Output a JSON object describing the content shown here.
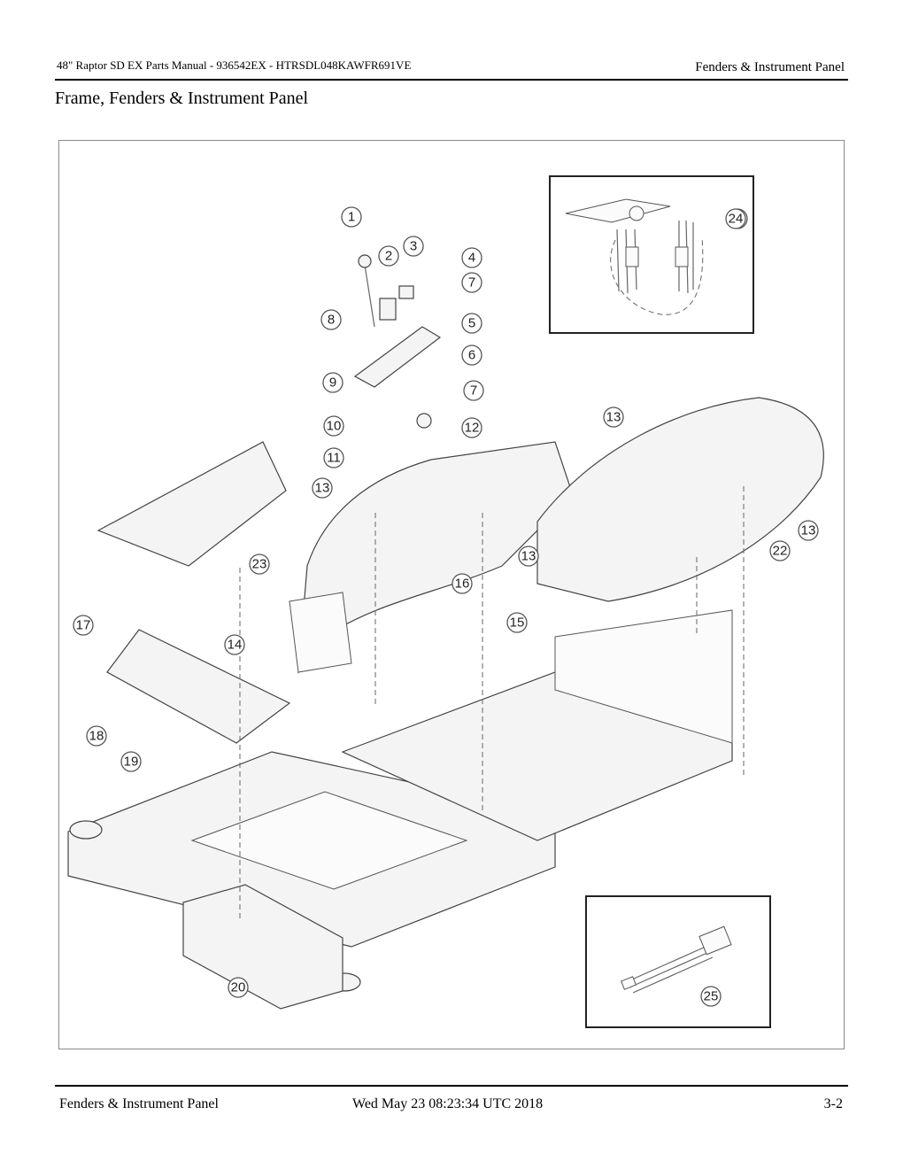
{
  "header": {
    "manual_id": "48\" Raptor SD EX Parts Manual - 936542EX - HTRSDL048KAWFR691VE",
    "section": "Fenders & Instrument Panel"
  },
  "page_title": "Frame, Fenders & Instrument Panel",
  "footer": {
    "section": "Fenders & Instrument Panel",
    "timestamp": "Wed May 23 08:23:34 UTC 2018",
    "page_number": "3-2"
  },
  "callouts": [
    "1",
    "2",
    "3",
    "4",
    "7",
    "8",
    "5",
    "6",
    "9",
    "7",
    "10",
    "12",
    "11",
    "13",
    "13",
    "13",
    "13",
    "13",
    "22",
    "23",
    "16",
    "15",
    "14",
    "17",
    "18",
    "19",
    "20",
    "24",
    "25"
  ]
}
